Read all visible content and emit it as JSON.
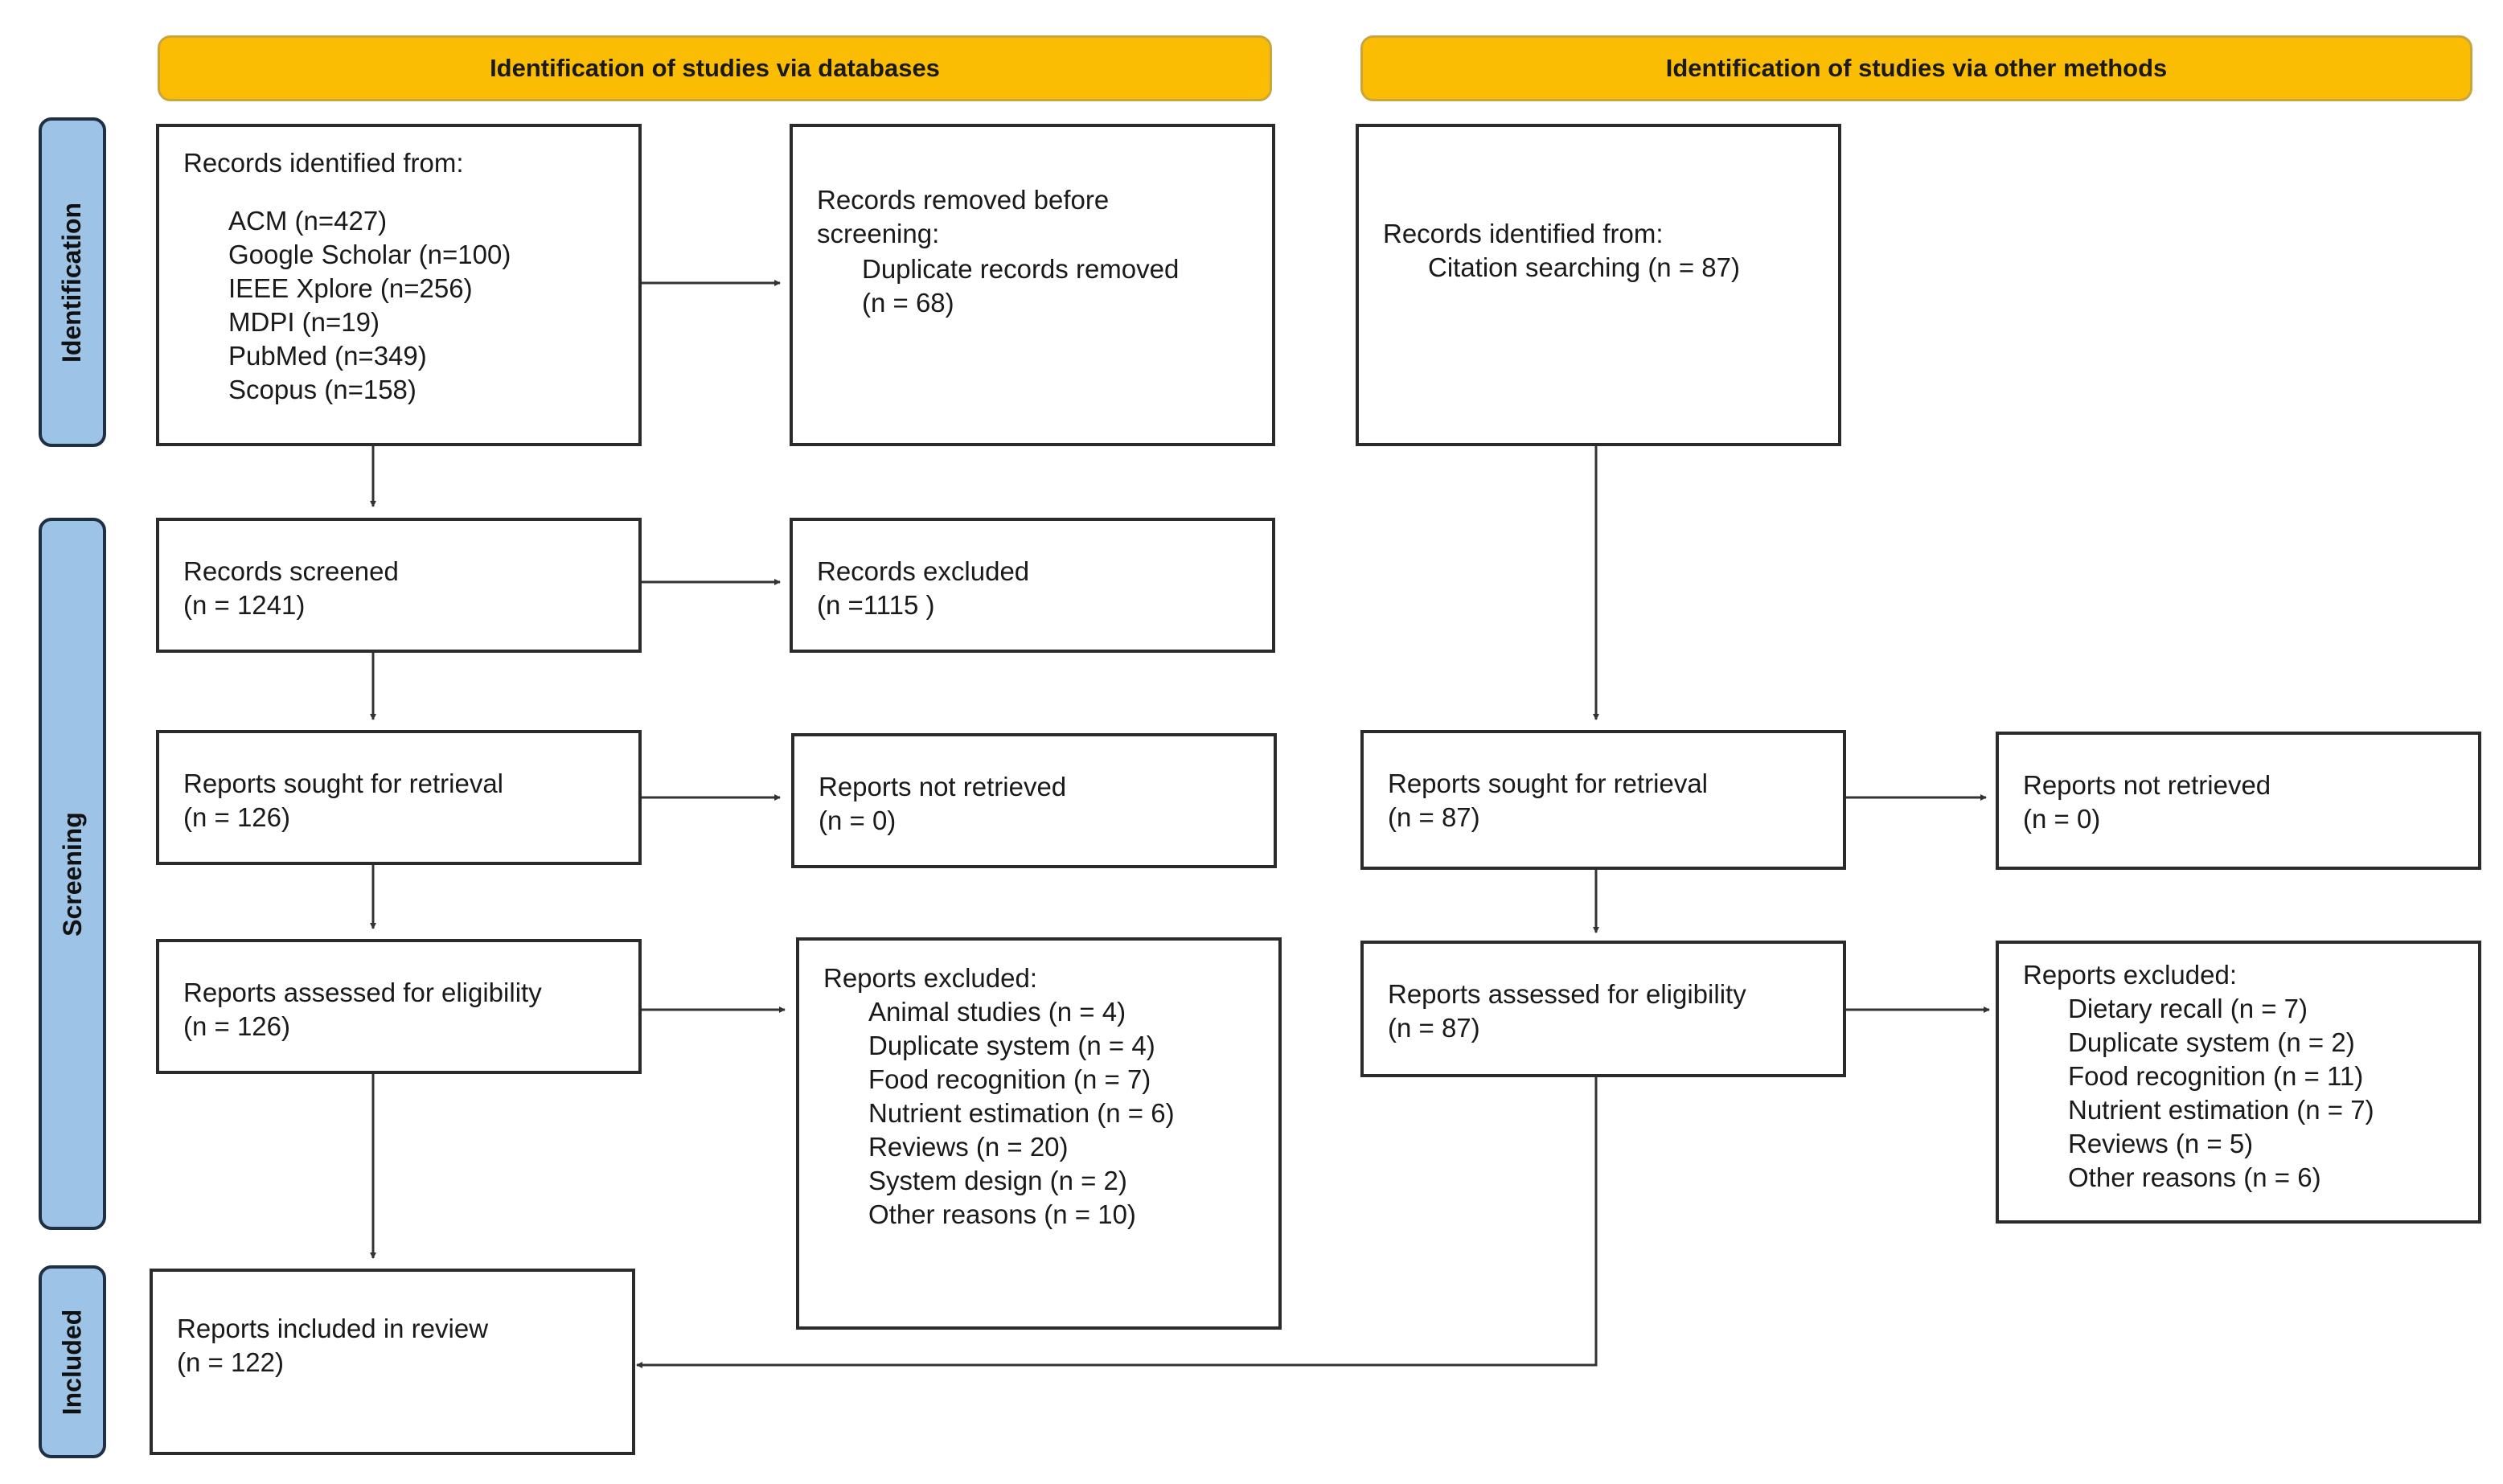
{
  "colors": {
    "header_fill": "#fbbd04",
    "header_border": "#c9a53e",
    "side_fill": "#9dc3e6",
    "side_border": "#1f2f44",
    "box_border": "#2b2b2b",
    "arrow": "#333333"
  },
  "headers": {
    "databases": "Identification of studies via databases",
    "other": "Identification of studies via other methods"
  },
  "phases": {
    "identification": "Identification",
    "screening": "Screening",
    "included": "Included"
  },
  "databases": {
    "identified": {
      "title": "Records identified from:",
      "items": [
        "ACM (n=427)",
        "Google Scholar (n=100)",
        "IEEE Xplore (n=256)",
        "MDPI (n=19)",
        "PubMed (n=349)",
        "Scopus (n=158)"
      ]
    },
    "removed": {
      "title_1": "Records removed before",
      "title_2": "screening:",
      "detail": "Duplicate records removed",
      "count": "(n = 68)"
    },
    "screened": {
      "title": "Records screened",
      "count": "(n = 1241)"
    },
    "excluded": {
      "title": "Records excluded",
      "count": "(n =1115 )"
    },
    "sought": {
      "title": "Reports sought for retrieval",
      "count": "(n = 126)"
    },
    "not_retrieved": {
      "title": "Reports not retrieved",
      "count": "(n = 0)"
    },
    "assessed": {
      "title": "Reports assessed for eligibility",
      "count": "(n = 126)"
    },
    "reports_excluded": {
      "title": "Reports excluded:",
      "items": [
        "Animal studies (n = 4)",
        "Duplicate system (n = 4)",
        "Food recognition (n = 7)",
        "Nutrient estimation (n = 6)",
        "Reviews (n = 20)",
        "System design (n = 2)",
        "Other reasons (n = 10)"
      ]
    },
    "included": {
      "title": "Reports included in review",
      "count": "(n = 122)"
    }
  },
  "other": {
    "identified": {
      "title": "Records identified from:",
      "detail": "Citation searching (n = 87)"
    },
    "sought": {
      "title": "Reports sought for retrieval",
      "count": "(n = 87)"
    },
    "not_retrieved": {
      "title": "Reports not retrieved",
      "count": "(n = 0)"
    },
    "assessed": {
      "title": "Reports assessed for eligibility",
      "count": "(n = 87)"
    },
    "reports_excluded": {
      "title": "Reports excluded:",
      "items": [
        "Dietary recall (n = 7)",
        "Duplicate system (n = 2)",
        "Food recognition (n = 11)",
        "Nutrient estimation (n = 7)",
        "Reviews (n = 5)",
        "Other reasons (n = 6)"
      ]
    }
  }
}
